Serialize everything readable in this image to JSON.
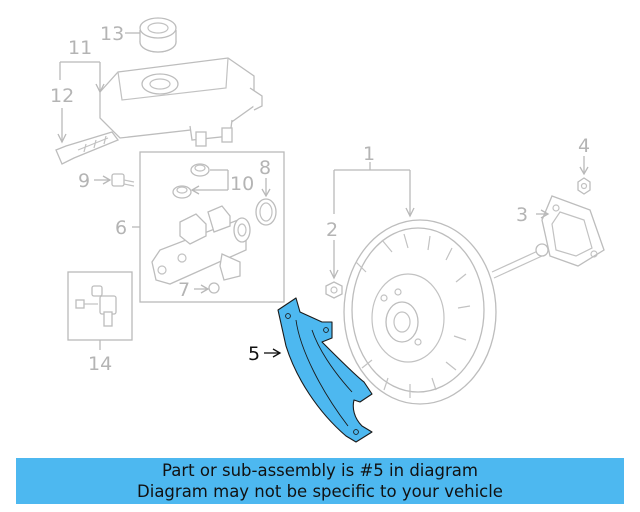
{
  "callouts": {
    "c1": "1",
    "c2": "2",
    "c3": "3",
    "c4": "4",
    "c5": "5",
    "c6": "6",
    "c7": "7",
    "c8": "8",
    "c9": "9",
    "c10": "10",
    "c11": "11",
    "c12": "12",
    "c13": "13",
    "c14": "14"
  },
  "highlight_part": "5",
  "colors": {
    "highlight_fill": "#4db8f0",
    "banner_bg": "#4db8f0",
    "lineart": "#bdbdbd"
  },
  "banner": {
    "line1": "Part or sub-assembly is #5 in diagram",
    "line2": "Diagram may not be specific to your vehicle"
  }
}
